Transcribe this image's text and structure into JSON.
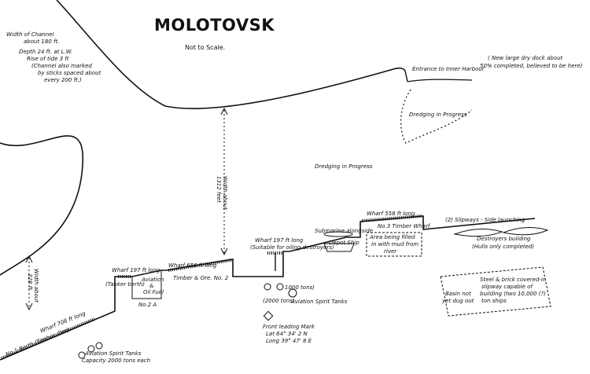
{
  "title": "MOLOTOVSK",
  "subtitle": "Not to Scale.",
  "channel_note": {
    "l1": "Width of Channel",
    "l2": "about 180 ft.",
    "l3": "Depth 24 ft. at L.W.",
    "l4": "Rise of tide 3 ft",
    "l5": "(Channel also marked",
    "l6": "by sticks spaced about",
    "l7": "every 200 ft.)"
  },
  "entrance": "Entrance to Inner Harbour",
  "dry_dock": {
    "l1": "( New large dry dock about",
    "l2": "50% completed, believed to be here)"
  },
  "dredging_1": "Dredging in Progress",
  "dredging_2": "Dredging in Progress",
  "width_about": {
    "l1": "Width about",
    "l2": "1312 feet"
  },
  "width_left": {
    "l1": "Width about",
    "l2": "328 ft"
  },
  "wharf_558": "Wharf 558 ft long",
  "timber_wharf_3": "No.3 Timber Wharf",
  "slipways": "(2) Slipways - Side launching",
  "submarine": "Submarine alongside",
  "depot_ship": "Depot Ship",
  "area_filled": {
    "l1": "Area being filled",
    "l2": "in with mud from",
    "l3": "river"
  },
  "destroyers": {
    "l1": "Destroyers building",
    "l2": "(Hulls only completed)"
  },
  "wharf_197": {
    "l1": "Wharf 197 ft long",
    "l2": "(Suitable for oiling destroyers)"
  },
  "wharf_656": "Wharf 656 ft long",
  "timber_ore_2": "Timber & Ore. No. 2",
  "wharf_197_tanker": {
    "l1": "Wharf 197 ft long",
    "l2": "(Tanker berth)"
  },
  "aviation_oil": {
    "l1": "Aviation",
    "l2": "&",
    "l3": "Oil Fuel"
  },
  "no_2a": "No.2 A",
  "wharf_708": "Wharf 708 ft long",
  "no1_berth": "No.1 Berth (Timber, Ore)",
  "aviation_tanks_left": {
    "l1": "Aviation Spirit Tanks",
    "l2": "Capacity 2000 tons each"
  },
  "tank_1000": "1000 tons)",
  "tank_2000": "(2000 tons)",
  "aviation_tanks_mid": "Aviation Spirit Tanks",
  "front_leading": {
    "l1": "Front leading Mark",
    "l2": "Lat 64° 34' 2 N",
    "l3": "Long 39° 47' 8 E"
  },
  "basin": {
    "l1": "Basin not",
    "l2": "yet dug out"
  },
  "steel_brick": {
    "l1": "Steel & brick covered-in",
    "l2": "slipway capable of",
    "l3": "building (two 10,000 (?)",
    "l4": "ton ships"
  }
}
